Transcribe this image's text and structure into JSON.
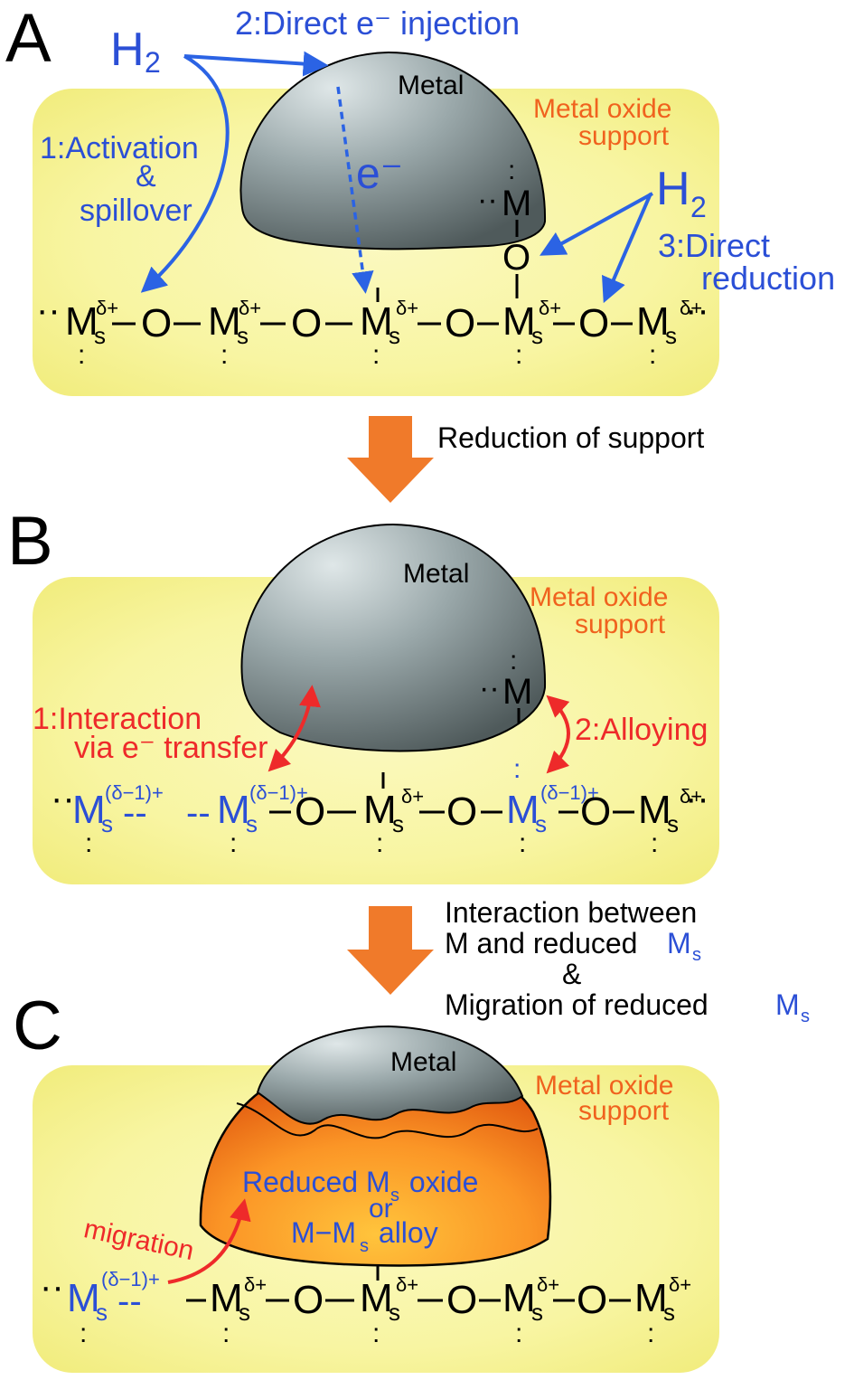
{
  "colors": {
    "panel_fill": "#f8f5a2",
    "panel_fill_edge": "#f1ec7c",
    "metal_light": "#c7d3d4",
    "metal_dark": "#5f6b6c",
    "process_arrow": "#f07a2a",
    "h2_path": "#2b63e4",
    "text_blue": "#2b4fd6",
    "text_orange": "#f0621e",
    "text_red": "#ee2a2a",
    "overlayer_light": "#ffb232",
    "overlayer_dark": "#e0560e"
  },
  "panels": {
    "a": {
      "letter": "A",
      "metal": "Metal",
      "support": [
        "Metal oxide",
        "support"
      ],
      "h2_left": "H",
      "h2_right": "H",
      "h2_sub": "2",
      "path1": [
        "1:Activation",
        "&",
        "spillover"
      ],
      "path2": "2:Direct e⁻ injection",
      "electron": "e⁻",
      "path3": [
        "3:Direct",
        "reduction"
      ],
      "m_atom": "M",
      "o_atom": "O",
      "chain": [
        "M",
        "O",
        "M",
        "O",
        "M",
        "O",
        "M",
        "O",
        "M"
      ],
      "sub_s": "s",
      "charge": "δ+"
    },
    "b": {
      "letter": "B",
      "metal": "Metal",
      "support": [
        "Metal oxide",
        "support"
      ],
      "interaction": [
        "1:Interaction",
        "via e⁻ transfer"
      ],
      "alloying": "2:Alloying",
      "m_atom": "M",
      "reduced_charge": "(δ−1)+",
      "charge": "δ+",
      "chain_isolated": "M",
      "chain": [
        "M",
        "O",
        "M",
        "O",
        "M",
        "O",
        "M"
      ]
    },
    "c": {
      "letter": "C",
      "metal": "Metal",
      "support": [
        "Metal oxide",
        "support"
      ],
      "overlayer": [
        "Reduced M",
        "s",
        " oxide",
        "or",
        "M−M",
        "s",
        " alloy"
      ],
      "migration": "migration",
      "reduced_charge": "(δ−1)+",
      "charge": "δ+",
      "chain": [
        "M",
        "O",
        "M",
        "O",
        "M",
        "O",
        "M"
      ]
    }
  },
  "steps": {
    "ab": "Reduction of support",
    "bc_line1": "Interaction between",
    "bc_line2_pre": "M and reduced ",
    "bc_ms": "M",
    "bc_ms_sub": "s",
    "bc_amp": "&",
    "bc_line4_pre": "Migration of reduced "
  }
}
